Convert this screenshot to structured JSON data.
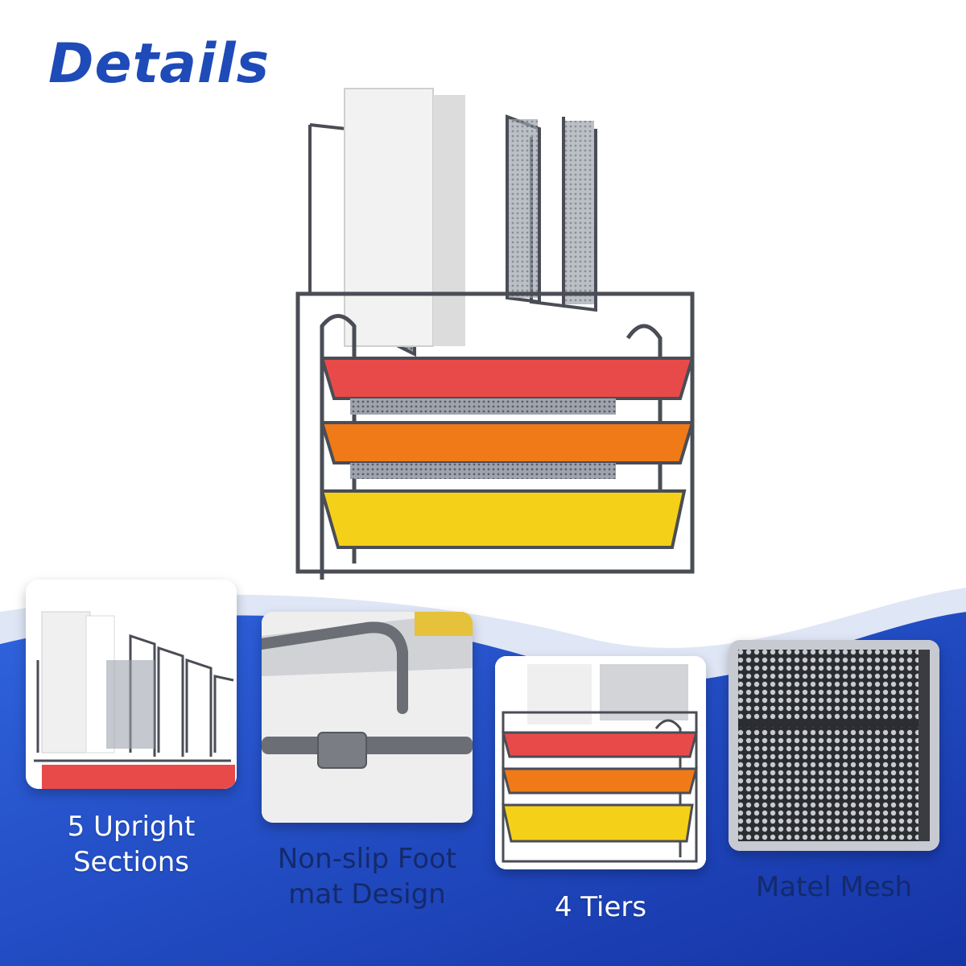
{
  "title": "Details",
  "colors": {
    "brand_blue": "#1e4bb8",
    "deep_blue": "#1638a8",
    "tray_red": "#e84a4a",
    "tray_orange": "#f07a18",
    "tray_yellow": "#f5d018",
    "frame_gray": "#4a4d55"
  },
  "features": [
    {
      "caption_line1": "5 Upright",
      "caption_line2": "Sections",
      "icon": "upright-sections-photo"
    },
    {
      "caption_line1": "Non-slip Foot",
      "caption_line2": "mat Design",
      "icon": "foot-mat-photo"
    },
    {
      "caption_line1": "4 Tiers",
      "caption_line2": "",
      "icon": "tiers-photo"
    },
    {
      "caption_line1": "Matel Mesh",
      "caption_line2": "",
      "icon": "mesh-photo"
    }
  ]
}
